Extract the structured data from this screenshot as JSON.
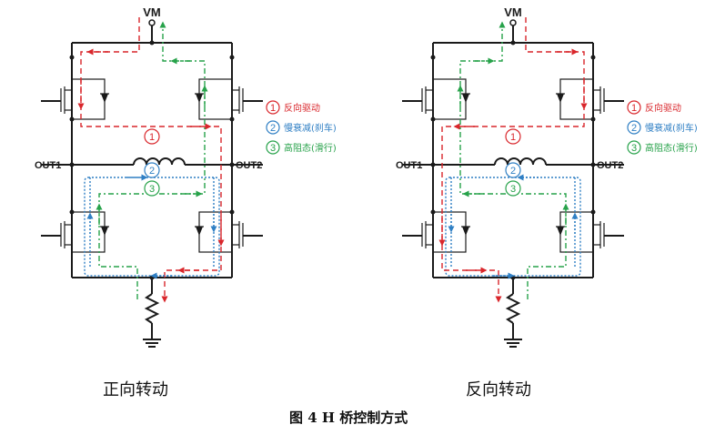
{
  "labels": {
    "vm": "VM",
    "out1": "OUT1",
    "out2": "OUT2"
  },
  "legend": [
    {
      "num": "1",
      "text": "反向驱动",
      "color": "#d9262b"
    },
    {
      "num": "2",
      "text": "慢衰减(刹车)",
      "color": "#2f7fc4"
    },
    {
      "num": "3",
      "text": "高阻态(滑行)",
      "color": "#27a24a"
    }
  ],
  "captions": {
    "left": "正向转动",
    "right": "反向转动",
    "figure": "图 4 H 桥控制方式"
  },
  "colors": {
    "drive": "#d9262b",
    "brake": "#2f7fc4",
    "coast": "#27a24a"
  }
}
